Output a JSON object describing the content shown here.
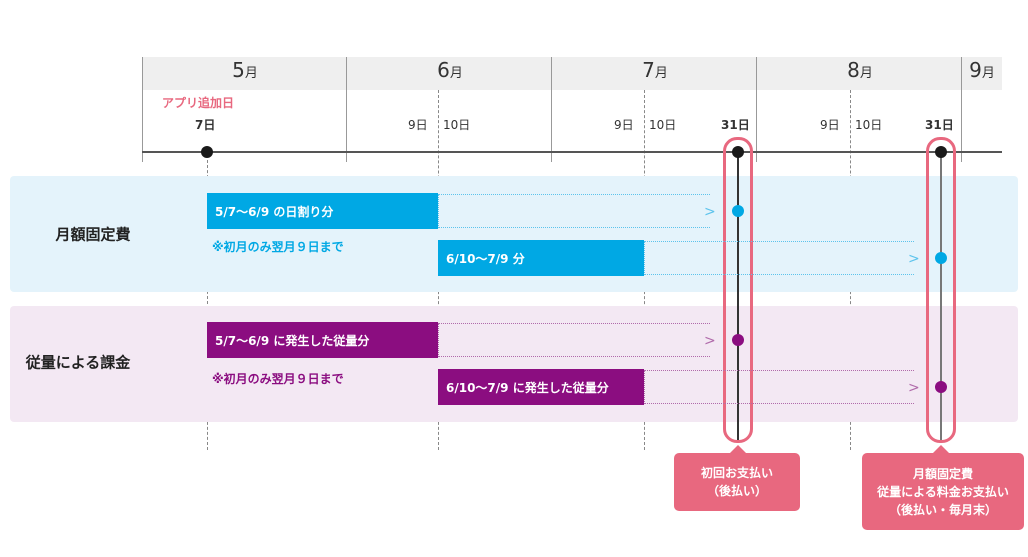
{
  "months": [
    "5",
    "6",
    "7",
    "8",
    "9"
  ],
  "month_suffix": "月",
  "days": {
    "app_added_label": "アプリ追加日",
    "d7": "7日",
    "d9": "9日",
    "d10": "10日",
    "d31": "31日"
  },
  "rows": [
    {
      "label": "月額固定費",
      "bar1": "5/7～6/9 の日割り分",
      "note": "※初月のみ翌月９日まで",
      "bar2": "6/10～7/9 分"
    },
    {
      "label": "従量による課金",
      "bar1": "5/7～6/9 に発生した従量分",
      "note": "※初月のみ翌月９日まで",
      "bar2": "6/10～7/9 に発生した従量分"
    }
  ],
  "callouts": [
    {
      "lines": [
        "初回お支払い",
        "（後払い）"
      ]
    },
    {
      "lines": [
        "月額固定費",
        "従量による料金お支払い",
        "（後払い・毎月末）"
      ]
    }
  ],
  "colors": {
    "cyan": "#00a8e4",
    "purple": "#8b0d80",
    "pink": "#e8687f",
    "blue_band": "#e4f3fb",
    "purple_band": "#f3e8f3"
  }
}
